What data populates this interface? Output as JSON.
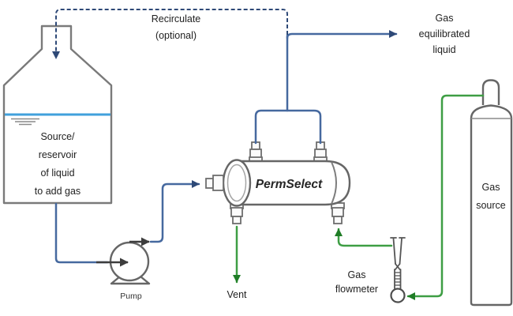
{
  "diagram": {
    "labels": {
      "recirculate": [
        "Recirculate",
        "(optional)"
      ],
      "gas_equilibrated_liquid": [
        "Gas",
        "equilibrated",
        "liquid"
      ],
      "reservoir": [
        "Source/",
        "reservoir",
        "of liquid",
        "to add gas"
      ],
      "pump": "Pump",
      "vent": "Vent",
      "gas_flowmeter": [
        "Gas",
        "flowmeter"
      ],
      "gas_source": [
        "Gas",
        "source"
      ],
      "membrane_module": "PermSelect"
    },
    "colors": {
      "liquid_line": "#46699f",
      "recirculate_line": "#2e4977",
      "gas_line": "#3e9e44",
      "gas_arrowhead": "#1f7d26",
      "liquid_level": "#41a1dc",
      "component_outline": "#6e6e6e",
      "label_text": "#1f1f1f"
    }
  }
}
